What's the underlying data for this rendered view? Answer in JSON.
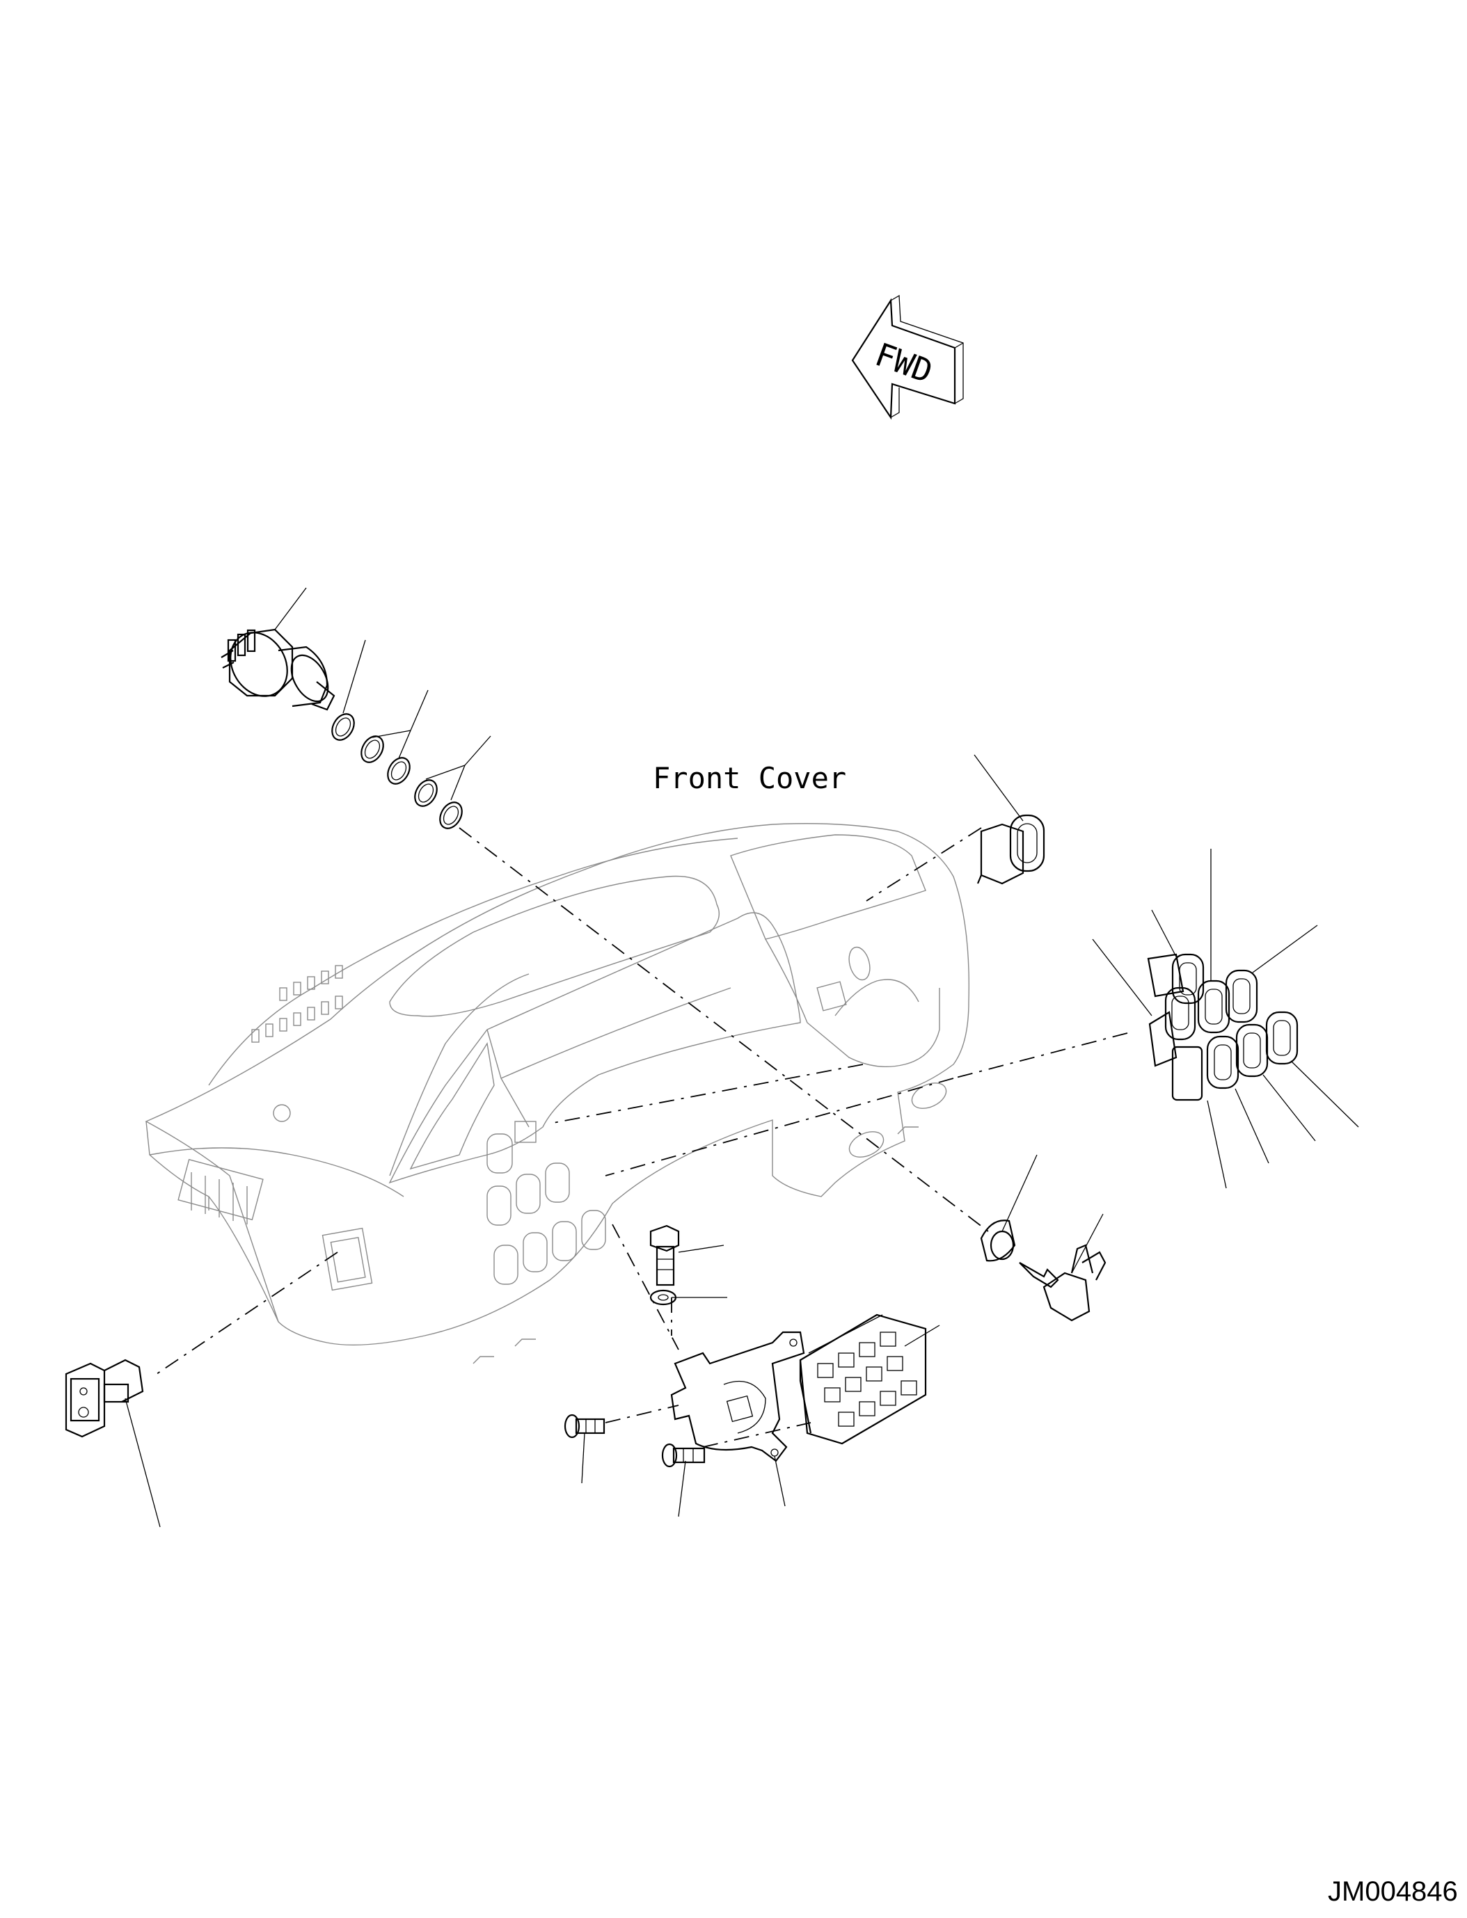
{
  "diagram": {
    "cover_label": "Front Cover",
    "fwd_label": "FWD",
    "ref_code": "JM004846"
  },
  "colors": {
    "line": "#000000",
    "body_outline": "#8a8a8a",
    "background": "#ffffff"
  }
}
